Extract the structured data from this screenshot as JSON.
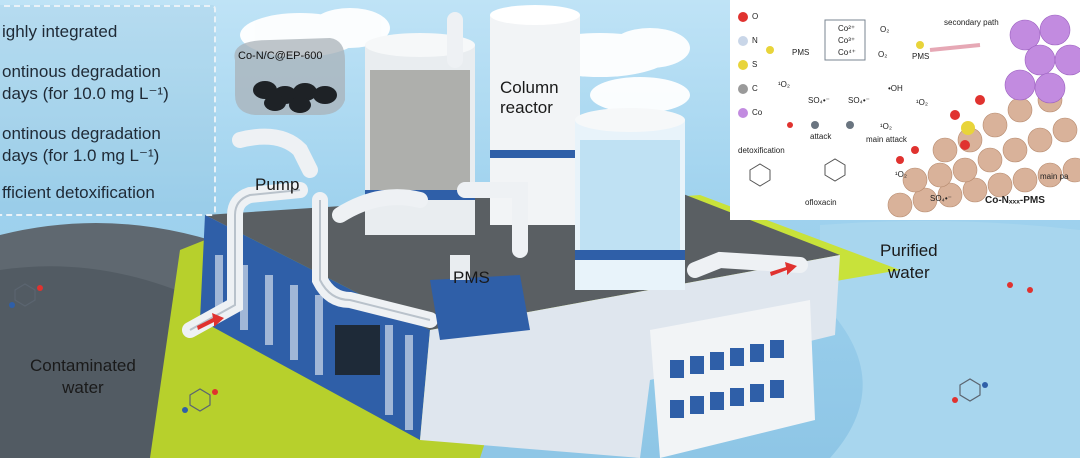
{
  "features": [
    "ighly integrated",
    "ontinous degradation",
    "days (for 10.0 mg L⁻¹)",
    "ontinous degradation",
    "days (for 1.0 mg L⁻¹)",
    "fficient detoxification"
  ],
  "catalyst_label": "Co-N/C@EP-600",
  "labels": {
    "column_reactor": "Column\nreactor",
    "pump": "Pump",
    "pms": "PMS",
    "purified_water": "Purified\nwater",
    "contaminated_water": "Contaminated\nwater"
  },
  "inset": {
    "legend": [
      {
        "symbol": "O",
        "color": "#e0322f"
      },
      {
        "symbol": "N",
        "color": "#c9d6e8"
      },
      {
        "symbol": "S",
        "color": "#e8d43a"
      },
      {
        "symbol": "C",
        "color": "#9a9a9a"
      },
      {
        "symbol": "Co",
        "color": "#c28be0"
      }
    ],
    "secondary_path": "secondary path",
    "main_path": "main pa",
    "pms_left": "PMS",
    "pms_right": "PMS",
    "co2": "Co²⁺",
    "co3": "Co³⁺",
    "co4": "Co⁴⁺",
    "o2": "O₂",
    "o2b": "O₂",
    "singlet_o2": "¹O₂",
    "so4": "SO₄•⁻",
    "so4b": "SO₄•⁻",
    "oh": "•OH",
    "o2c": "¹O₂",
    "detoxification": "detoxification",
    "attack": "attack",
    "main_attack": "main attack",
    "main_attack_o2": "¹O₂",
    "ofloxacin": "ofloxacin",
    "so4_surface": "SO₄•⁻",
    "o2_surface": "¹O₂",
    "co_pms": "Co-Nₓₓₓ-PMS"
  },
  "colors": {
    "sky": "#bfe3f6",
    "ground_green": "#c8e23a",
    "building_blue": "#2f5fa8",
    "roof": "#5a5f63",
    "pipe": "#eef1f4",
    "arrow": "#e0322f"
  }
}
